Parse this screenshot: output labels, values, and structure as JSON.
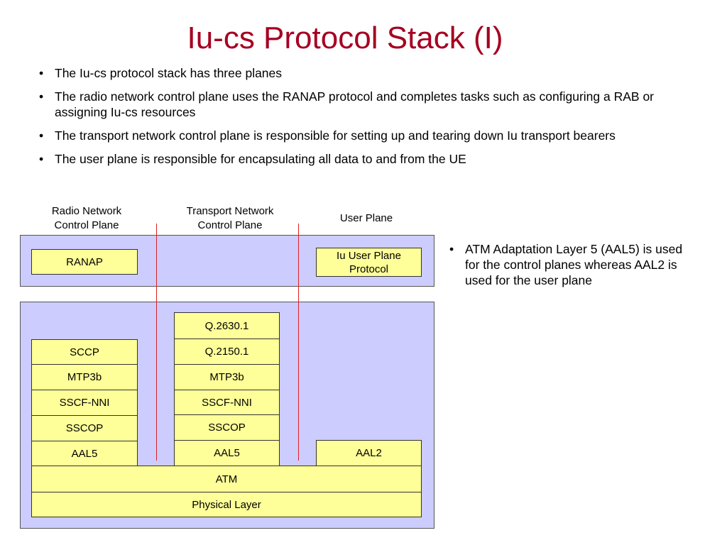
{
  "title": "Iu-cs Protocol Stack (I)",
  "bullets": [
    "The Iu-cs protocol stack has three planes",
    "The radio network control plane uses the RANAP protocol and completes tasks such as configuring a RAB or assigning Iu-cs resources",
    "The transport network control plane is responsible for setting up and tearing down Iu transport bearers",
    "The user plane is responsible for encapsulating all data to and from the UE"
  ],
  "side_note": "ATM Adaptation Layer 5 (AAL5) is used for the control planes whereas AAL2 is used for the user plane",
  "planes": {
    "radio_network": "Radio Network Control Plane",
    "transport_network": "Transport Network Control Plane",
    "user": "User Plane"
  },
  "diagram": {
    "ranap": "RANAP",
    "iu_user_plane": "Iu User Plane Protocol",
    "radio_stack": [
      "SCCP",
      "MTP3b",
      "SSCF-NNI",
      "SSCOP",
      "AAL5"
    ],
    "transport_stack": [
      "Q.2630.1",
      "Q.2150.1",
      "MTP3b",
      "SSCF-NNI",
      "SSCOP",
      "AAL5"
    ],
    "user_stack": [
      "AAL2"
    ],
    "atm": "ATM",
    "physical": "Physical Layer"
  },
  "colors": {
    "title": "#a50021",
    "panel": "#ccccff",
    "box": "#ffff99",
    "divider": "#e02020"
  }
}
